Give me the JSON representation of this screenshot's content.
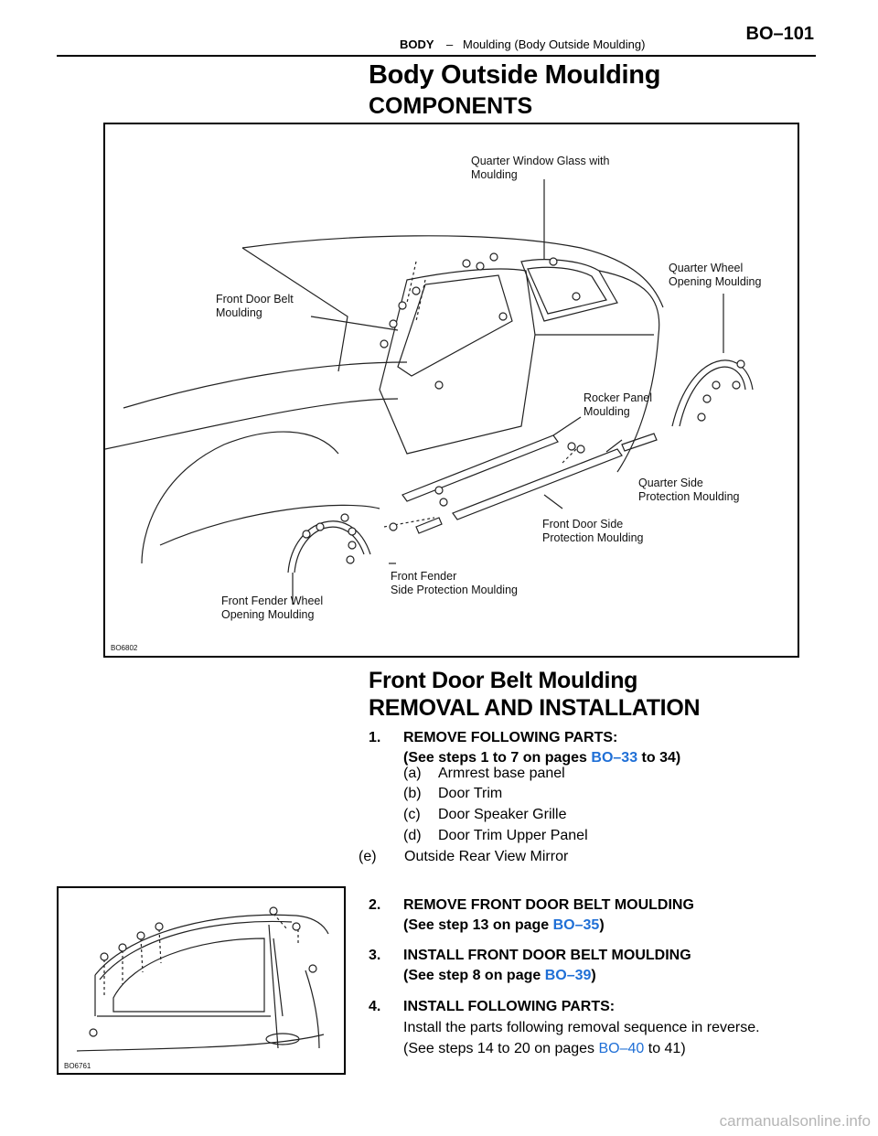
{
  "header": {
    "section": "BODY",
    "dash": "–",
    "topic": "Moulding (Body Outside Moulding)",
    "page_number": "BO–101"
  },
  "title": "Body Outside Moulding",
  "components_heading": "COMPONENTS",
  "figure1": {
    "code": "BO6802",
    "callouts": {
      "quarter_window": "Quarter Window Glass with\nMoulding",
      "quarter_wheel": "Quarter Wheel\nOpening Moulding",
      "front_door_belt": "Front Door Belt\nMoulding",
      "rocker_panel": "Rocker Panel\nMoulding",
      "quarter_side": "Quarter Side\nProtection Moulding",
      "front_door_side": "Front Door Side\nProtection Moulding",
      "front_fender_side": "Front Fender\nSide Protection Moulding",
      "front_fender_wheel": "Front Fender Wheel\nOpening Moulding"
    }
  },
  "section2": {
    "title": "Front Door Belt Moulding",
    "subtitle": "REMOVAL AND INSTALLATION"
  },
  "step1": {
    "num": "1.",
    "text": "REMOVE FOLLOWING PARTS:",
    "ref_pre": "(See steps 1 to 7 on pages ",
    "ref_link": "BO–33",
    "ref_post": " to 34)",
    "items": [
      {
        "letter": "(a)",
        "text": "Armrest base panel"
      },
      {
        "letter": "(b)",
        "text": "Door Trim"
      },
      {
        "letter": "(c)",
        "text": "Door Speaker Grille"
      },
      {
        "letter": "(d)",
        "text": "Door Trim Upper Panel"
      },
      {
        "letter": "(e)",
        "text": "Outside Rear View Mirror"
      }
    ]
  },
  "step2": {
    "num": "2.",
    "text": "REMOVE FRONT DOOR BELT MOULDING",
    "ref_pre": "(See step 13 on page ",
    "ref_link": "BO–35",
    "ref_post": ")"
  },
  "step3": {
    "num": "3.",
    "text": "INSTALL FRONT DOOR BELT MOULDING",
    "ref_pre": "(See step 8 on page ",
    "ref_link": "BO–39",
    "ref_post": ")"
  },
  "step4": {
    "num": "4.",
    "text": "INSTALL FOLLOWING PARTS:",
    "line2": "Install the parts following removal sequence in reverse.",
    "ref_pre": "(See steps 14 to 20 on pages ",
    "ref_link": "BO–40",
    "ref_post": " to 41)"
  },
  "figure2": {
    "code": "BO6761"
  },
  "watermark": "carmanualsonline.info"
}
